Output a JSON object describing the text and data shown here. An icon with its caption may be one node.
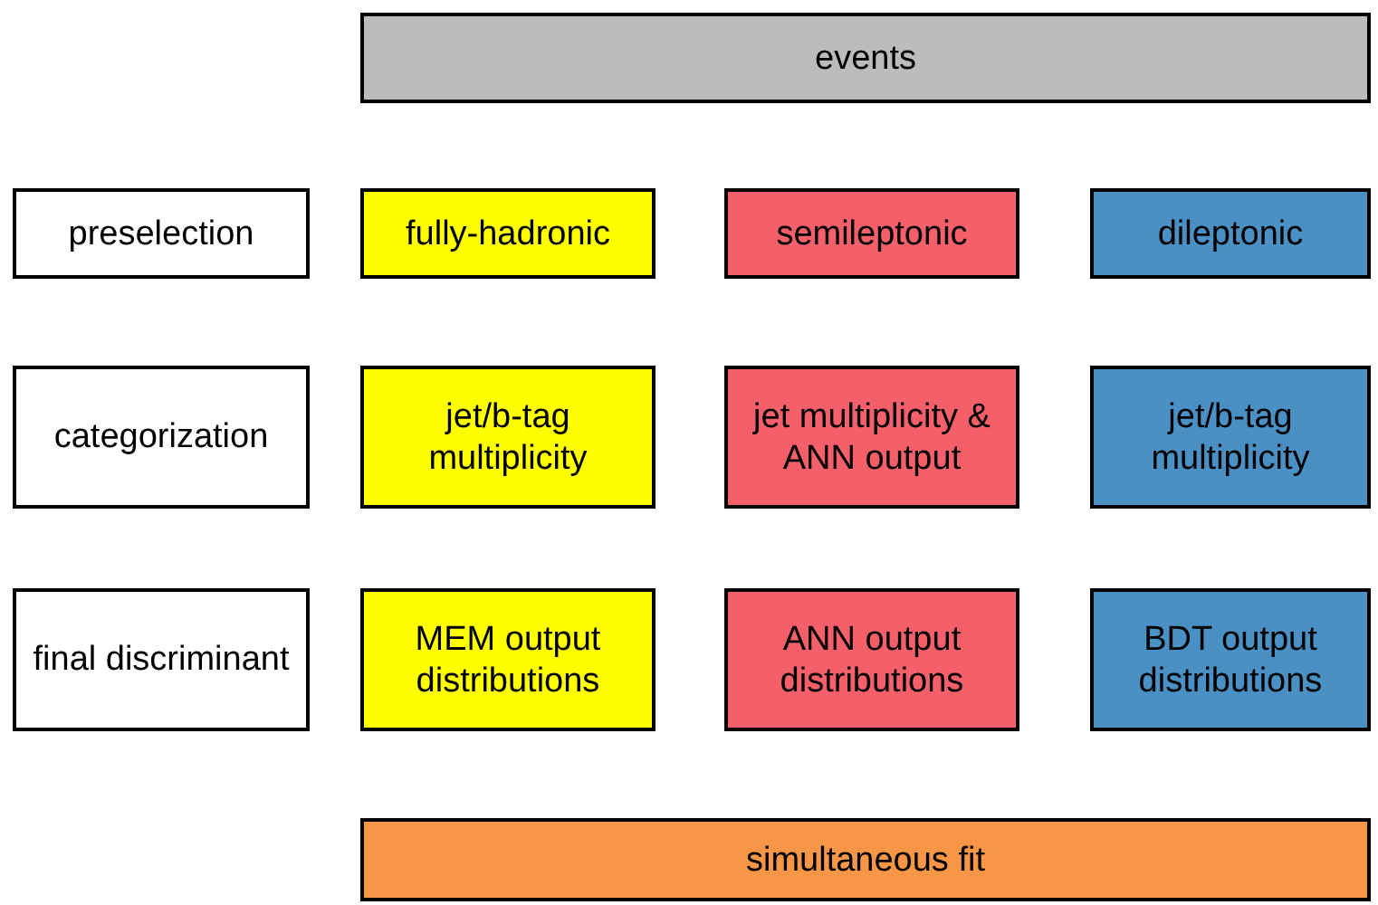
{
  "diagram": {
    "nodes": [
      {
        "text": [
          "events"
        ]
      },
      {
        "text": [
          "preselection"
        ]
      },
      {
        "text": [
          "fully-hadronic"
        ]
      },
      {
        "text": [
          "semileptonic"
        ]
      },
      {
        "text": [
          "dileptonic"
        ]
      },
      {
        "text": [
          "categorization"
        ]
      },
      {
        "text": [
          "jet/b-tag multiplicity"
        ]
      },
      {
        "text": [
          "jet multiplicity & ANN output"
        ]
      },
      {
        "text": [
          "jet/b-tag multiplicity"
        ]
      },
      {
        "text": [
          "final discriminant"
        ]
      },
      {
        "text": [
          "MEM output distributions"
        ]
      },
      {
        "text": [
          "ANN output distributions"
        ]
      },
      {
        "text": [
          "BDT output distributions"
        ]
      },
      {
        "text": [
          "simultaneous fit"
        ]
      }
    ],
    "edges": []
  }
}
